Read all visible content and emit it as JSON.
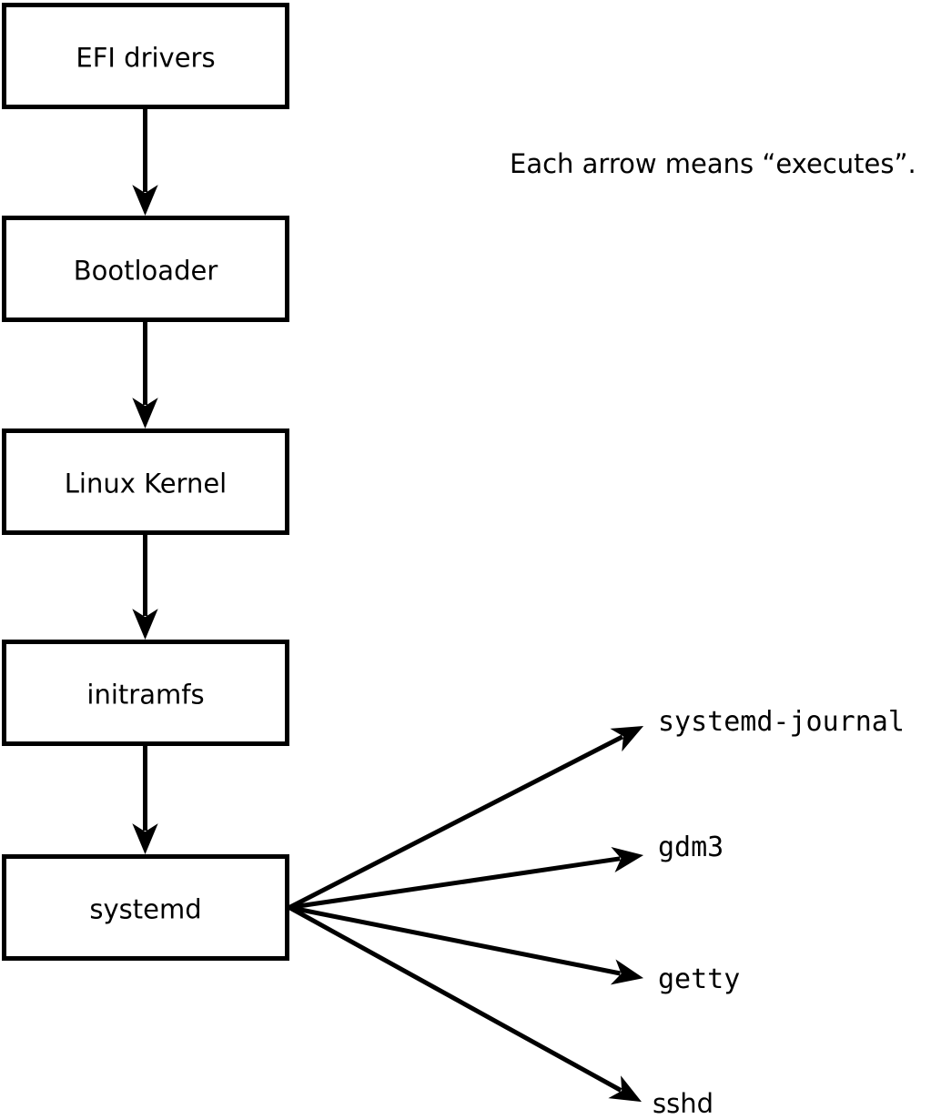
{
  "diagram": {
    "note": "Each arrow means “executes”.",
    "arrow_meaning": "executes",
    "boot_chain": [
      {
        "label": "EFI drivers"
      },
      {
        "label": "Bootloader"
      },
      {
        "label": "Linux Kernel"
      },
      {
        "label": "initramfs"
      },
      {
        "label": "systemd"
      }
    ],
    "spawned_processes": [
      {
        "label": "systemd-journal"
      },
      {
        "label": "gdm3"
      },
      {
        "label": "getty"
      },
      {
        "label": "sshd"
      }
    ],
    "colors": {
      "background": "#ffffff",
      "box_fill": "#ffffff",
      "line": "#000000",
      "text": "#000000"
    }
  }
}
